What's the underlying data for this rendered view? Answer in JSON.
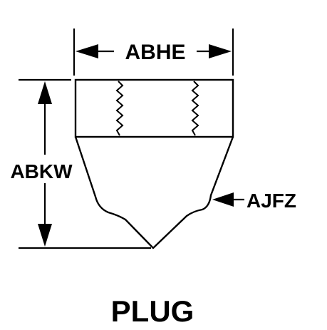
{
  "diagram": {
    "title": "PLUG",
    "dimensions": {
      "width_label": "ABHE",
      "height_label": "ABKW",
      "side_label": "AJFZ"
    },
    "colors": {
      "line": "#000000",
      "background": "#ffffff"
    }
  }
}
